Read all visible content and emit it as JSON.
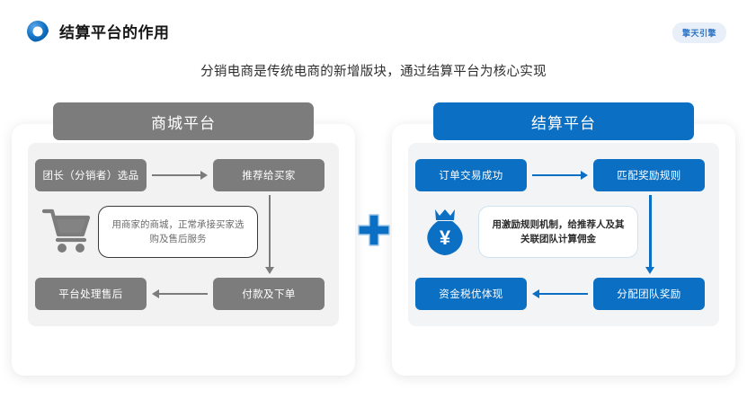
{
  "header": {
    "title": "结算平台的作用",
    "logo_icon": "ring-icon",
    "brand_badge": "擎天引擎"
  },
  "subtitle": "分销电商是传统电商的新增版块，通过结算平台为核心实现",
  "divider_icon": "plus-icon",
  "colors": {
    "blue": "#0b6fc4",
    "gray": "#7c7c7c",
    "badge_bg": "#e8eff9",
    "badge_text": "#2b74c4",
    "panel_inner": "#f2f2f2"
  },
  "panels": [
    {
      "key": "mall",
      "heading": "商城平台",
      "theme": "gray",
      "nodes": {
        "top_left": "团长（分销者）选品",
        "top_right": "推荐给买家",
        "bottom_left": "平台处理售后",
        "bottom_right": "付款及下单"
      },
      "note": "用商家的商城，正常承接买家选购及售后服务",
      "icon": "shopping-cart-icon",
      "arrows": {
        "top": "right",
        "vertical": "down",
        "bottom": "left"
      }
    },
    {
      "key": "settlement",
      "heading": "结算平台",
      "theme": "blue",
      "nodes": {
        "top_left": "订单交易成功",
        "top_right": "匹配奖励规则",
        "bottom_left": "资金税优体现",
        "bottom_right": "分配团队奖励"
      },
      "note": "用激励规则机制，给推荐人及其关联团队计算佣金",
      "icon": "money-bag-icon",
      "arrows": {
        "top": "right",
        "vertical": "down",
        "bottom": "left"
      }
    }
  ]
}
